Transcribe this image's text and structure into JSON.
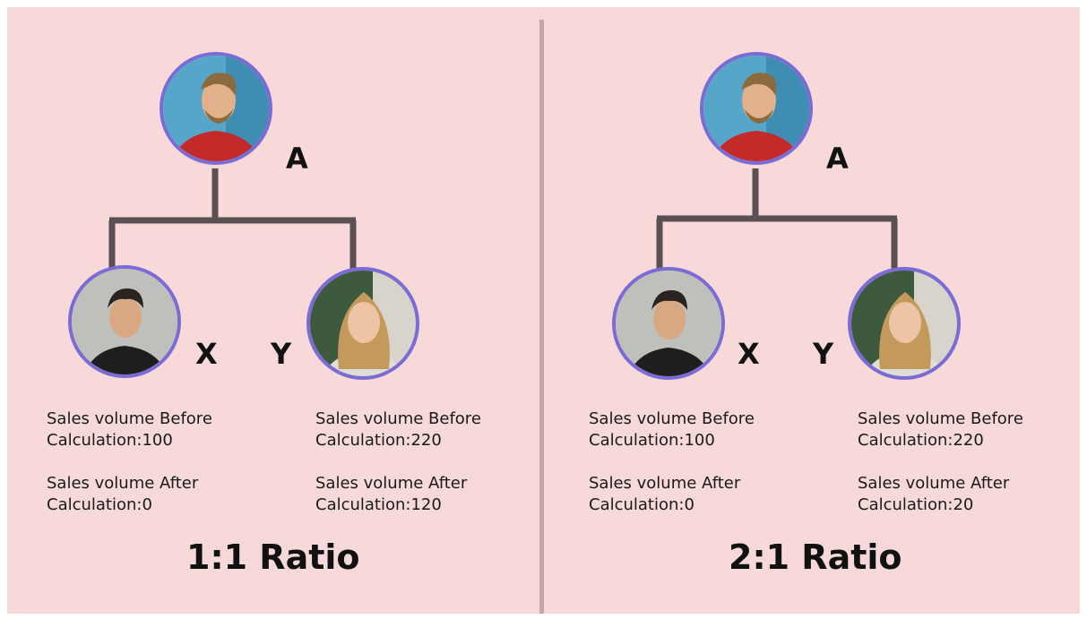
{
  "colors": {
    "background": "#f7d9d9",
    "avatar_ring": "#7b6bd6",
    "connector": "#5a4f52",
    "divider": "#c9a5a5"
  },
  "panels": [
    {
      "top_node": {
        "label": "A",
        "avatar": "man-red-shirt-avatar"
      },
      "left_node": {
        "label": "X",
        "avatar": "man-dark-shirt-avatar",
        "before_line1": "Sales volume Before",
        "before_line2": "Calculation:100",
        "after_line1": "Sales volume After",
        "after_line2": "Calculation:0"
      },
      "right_node": {
        "label": "Y",
        "avatar": "woman-blonde-avatar",
        "before_line1": "Sales volume Before",
        "before_line2": "Calculation:220",
        "after_line1": "Sales volume After",
        "after_line2": "Calculation:120"
      },
      "ratio": "1:1 Ratio"
    },
    {
      "top_node": {
        "label": "A",
        "avatar": "man-red-shirt-avatar"
      },
      "left_node": {
        "label": "X",
        "avatar": "man-dark-shirt-avatar",
        "before_line1": "Sales volume Before",
        "before_line2": "Calculation:100",
        "after_line1": "Sales volume After",
        "after_line2": "Calculation:0"
      },
      "right_node": {
        "label": "Y",
        "avatar": "woman-blonde-avatar",
        "before_line1": "Sales volume Before",
        "before_line2": "Calculation:220",
        "after_line1": "Sales volume After",
        "after_line2": "Calculation:20"
      },
      "ratio": "2:1 Ratio"
    }
  ]
}
